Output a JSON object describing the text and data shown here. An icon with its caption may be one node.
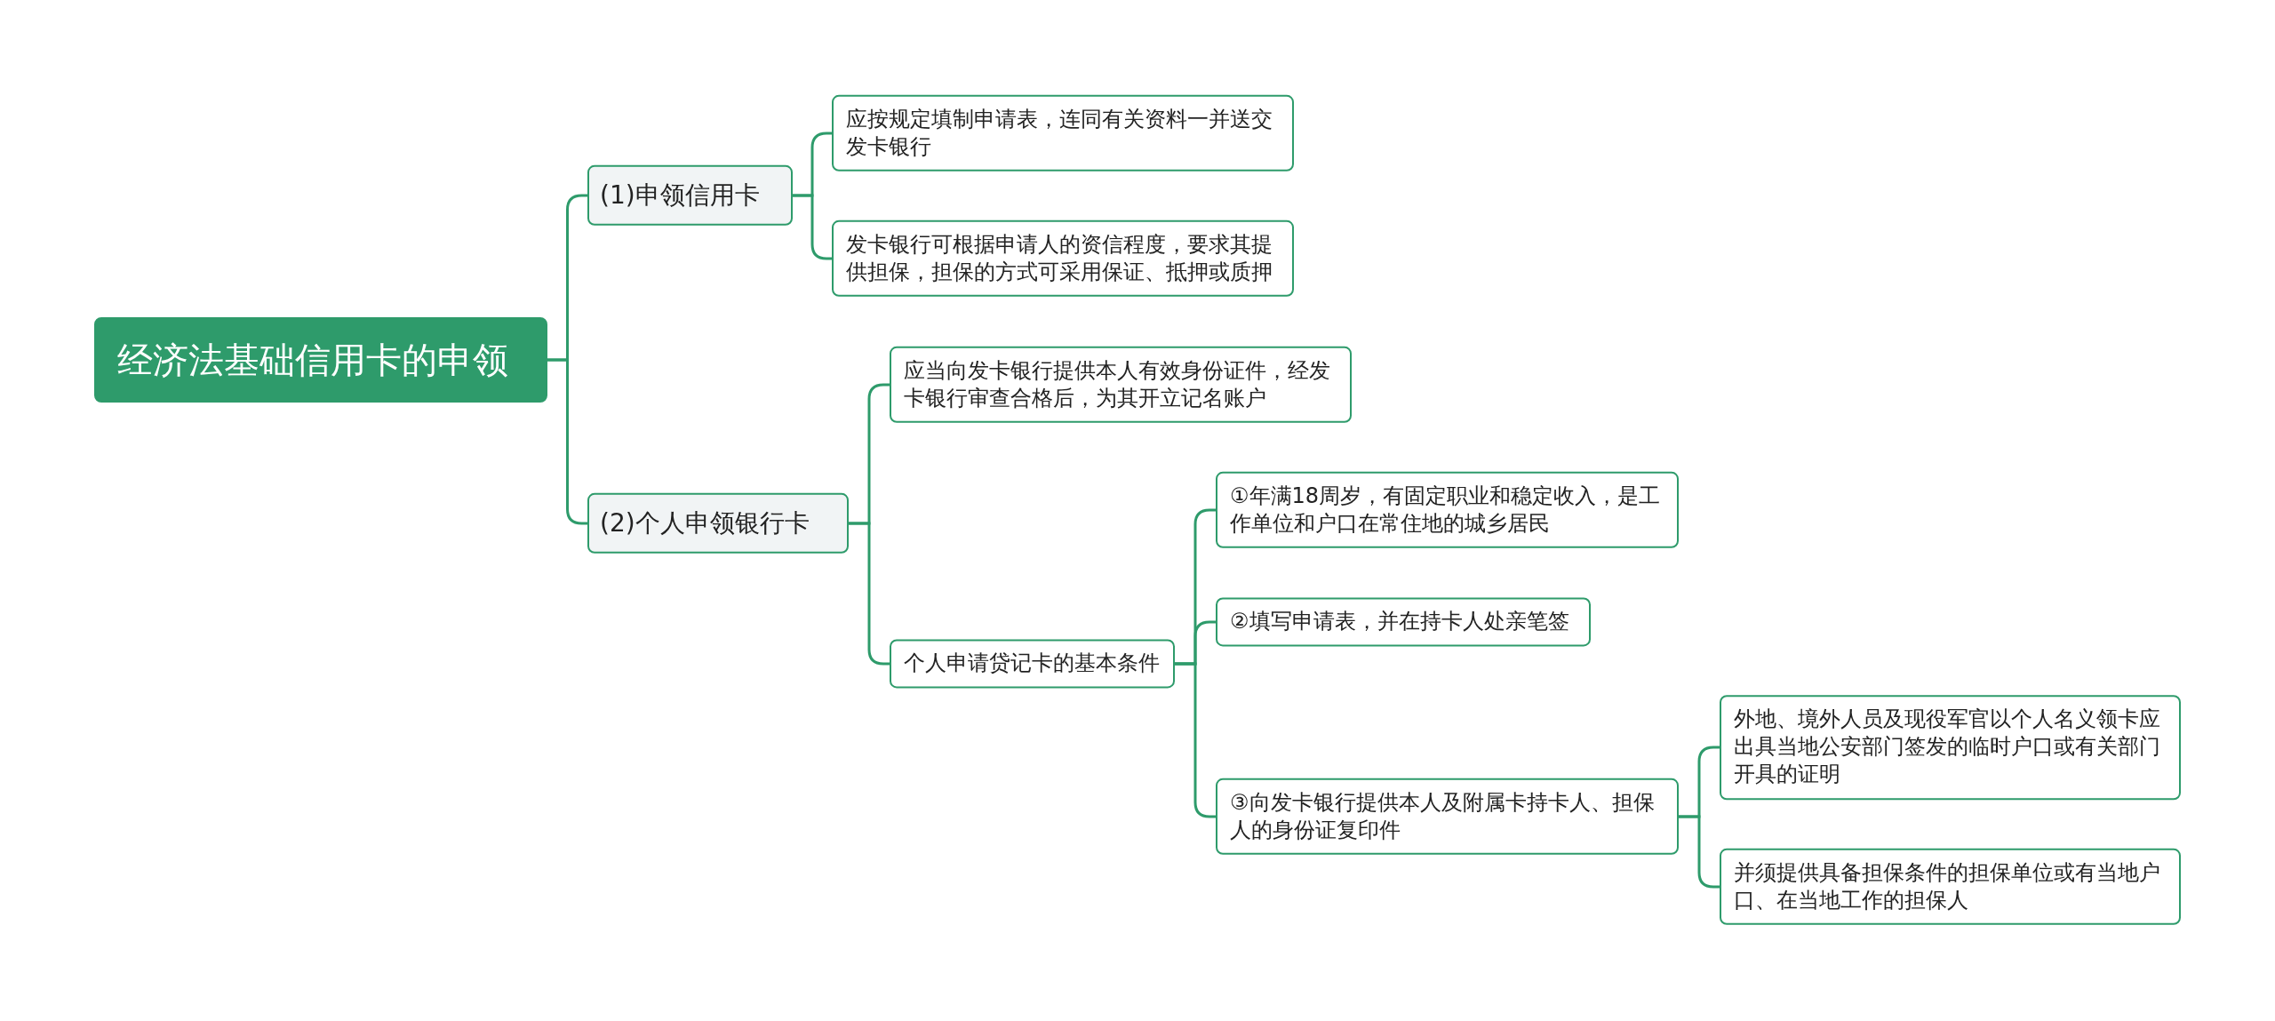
{
  "diagram": {
    "nodes": [
      {
        "text": [
          "经济法基础信用卡的申领"
        ]
      },
      {
        "text": [
          "(1)申领信用卡"
        ]
      },
      {
        "text": [
          "应按规定填制申请表，连同有关资料一并送交发卡银行"
        ]
      },
      {
        "text": [
          "发卡银行可根据申请人的资信程度，要求其提供担保，担保的方式可采用保证、抵押或质押"
        ]
      },
      {
        "text": [
          "(2)个人申领银行卡"
        ]
      },
      {
        "text": [
          "应当向发卡银行提供本人有效身份证件，经发卡银行审查合格后，为其开立记名账户"
        ]
      },
      {
        "text": [
          "个人申请贷记卡的基本条件"
        ]
      },
      {
        "text": [
          "①年满18周岁，有固定职业和稳定收入，是工作单位和户口在常住地的城乡居民"
        ]
      },
      {
        "text": [
          "②填写申请表，并在持卡人处亲笔签"
        ]
      },
      {
        "text": [
          "③向发卡银行提供本人及附属卡持卡人、担保人的身份证复印件"
        ]
      },
      {
        "text": [
          "外地、境外人员及现役军官以个人名义领卡应出具当地公安部门签发的临时户口或有关部门开具的证明"
        ]
      },
      {
        "text": [
          "并须提供具备担保条件的担保单位或有当地户口、在当地工作的担保人"
        ]
      }
    ],
    "edges": [
      {
        "from": 0,
        "to": 1,
        "arrow": "none"
      },
      {
        "from": 0,
        "to": 4,
        "arrow": "none"
      },
      {
        "from": 1,
        "to": 2,
        "arrow": "none"
      },
      {
        "from": 1,
        "to": 3,
        "arrow": "none"
      },
      {
        "from": 4,
        "to": 5,
        "arrow": "none"
      },
      {
        "from": 4,
        "to": 6,
        "arrow": "none"
      },
      {
        "from": 6,
        "to": 7,
        "arrow": "none"
      },
      {
        "from": 6,
        "to": 8,
        "arrow": "none"
      },
      {
        "from": 6,
        "to": 9,
        "arrow": "none"
      },
      {
        "from": 9,
        "to": 10,
        "arrow": "none"
      },
      {
        "from": 9,
        "to": 11,
        "arrow": "none"
      }
    ]
  }
}
